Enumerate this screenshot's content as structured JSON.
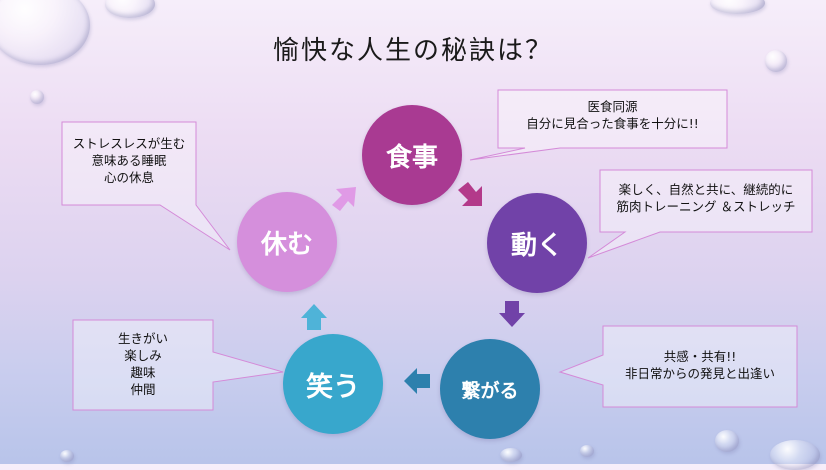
{
  "title": "愉快な人生の秘訣は？",
  "cycle": [
    {
      "label": "食事",
      "color": "#a93a92"
    },
    {
      "label": "動く",
      "color": "#7142a8"
    },
    {
      "label": "繋がる",
      "color": "#2d80ad"
    },
    {
      "label": "笑う",
      "color": "#38a7cc"
    },
    {
      "label": "休む",
      "color": "#d58fdc"
    }
  ],
  "callouts": {
    "shoku": [
      "医食同源",
      "自分に見合った食事を十分に!!"
    ],
    "ugoku": [
      "楽しく、自然と共に、継続的に",
      "筋肉トレーニング ＆ストレッチ"
    ],
    "tsunagaru": [
      "共感・共有!!",
      "非日常からの発見と出逢い"
    ],
    "warau": [
      "生きがい",
      "楽しみ",
      "趣味",
      "仲間"
    ],
    "yasumu": [
      "ストレスレスが生む",
      "意味ある睡眠",
      "心の休息"
    ]
  },
  "arrow_colors": {
    "to_ugoku": "#b33a8a",
    "to_tsunagaru": "#7142a8",
    "to_warau": "#2d80ad",
    "to_yasumu": "#4fb3d8",
    "to_shoku": "#e09ae6"
  }
}
